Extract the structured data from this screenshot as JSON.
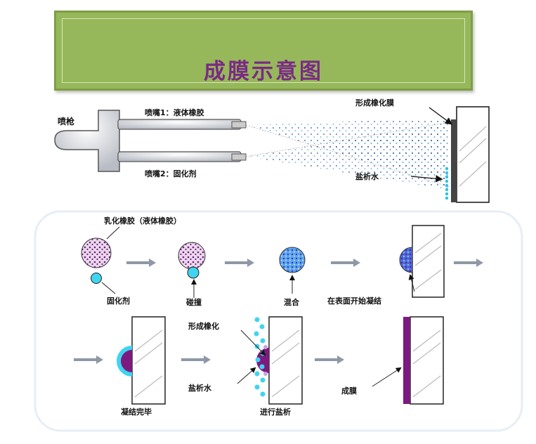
{
  "title": "成膜示意图",
  "spray": {
    "gun_label": "喷枪",
    "nozzle1_label": "喷嘴1：液体橡胶",
    "nozzle2_label": "喷嘴2：固化剂",
    "film_label": "形成橡化膜",
    "salt_label": "盐析水"
  },
  "process": {
    "emulsion_label": "乳化橡胶（液体橡胶）",
    "curing_agent_label": "固化剂",
    "collision_label": "碰撞",
    "mixing_label": "混合",
    "start_cure_label": "在表面开始凝结",
    "cure_done_label": "凝结完毕",
    "forming_label": "形成橡化",
    "salt_label": "盐析水",
    "salting_label": "进行盐析",
    "film_label": "成膜"
  },
  "colors": {
    "banner": "#97b85a",
    "title": "#7a2a86",
    "purple": "#7d1a80",
    "cyan": "#29c3e8",
    "arrow": "#8e98a6"
  }
}
